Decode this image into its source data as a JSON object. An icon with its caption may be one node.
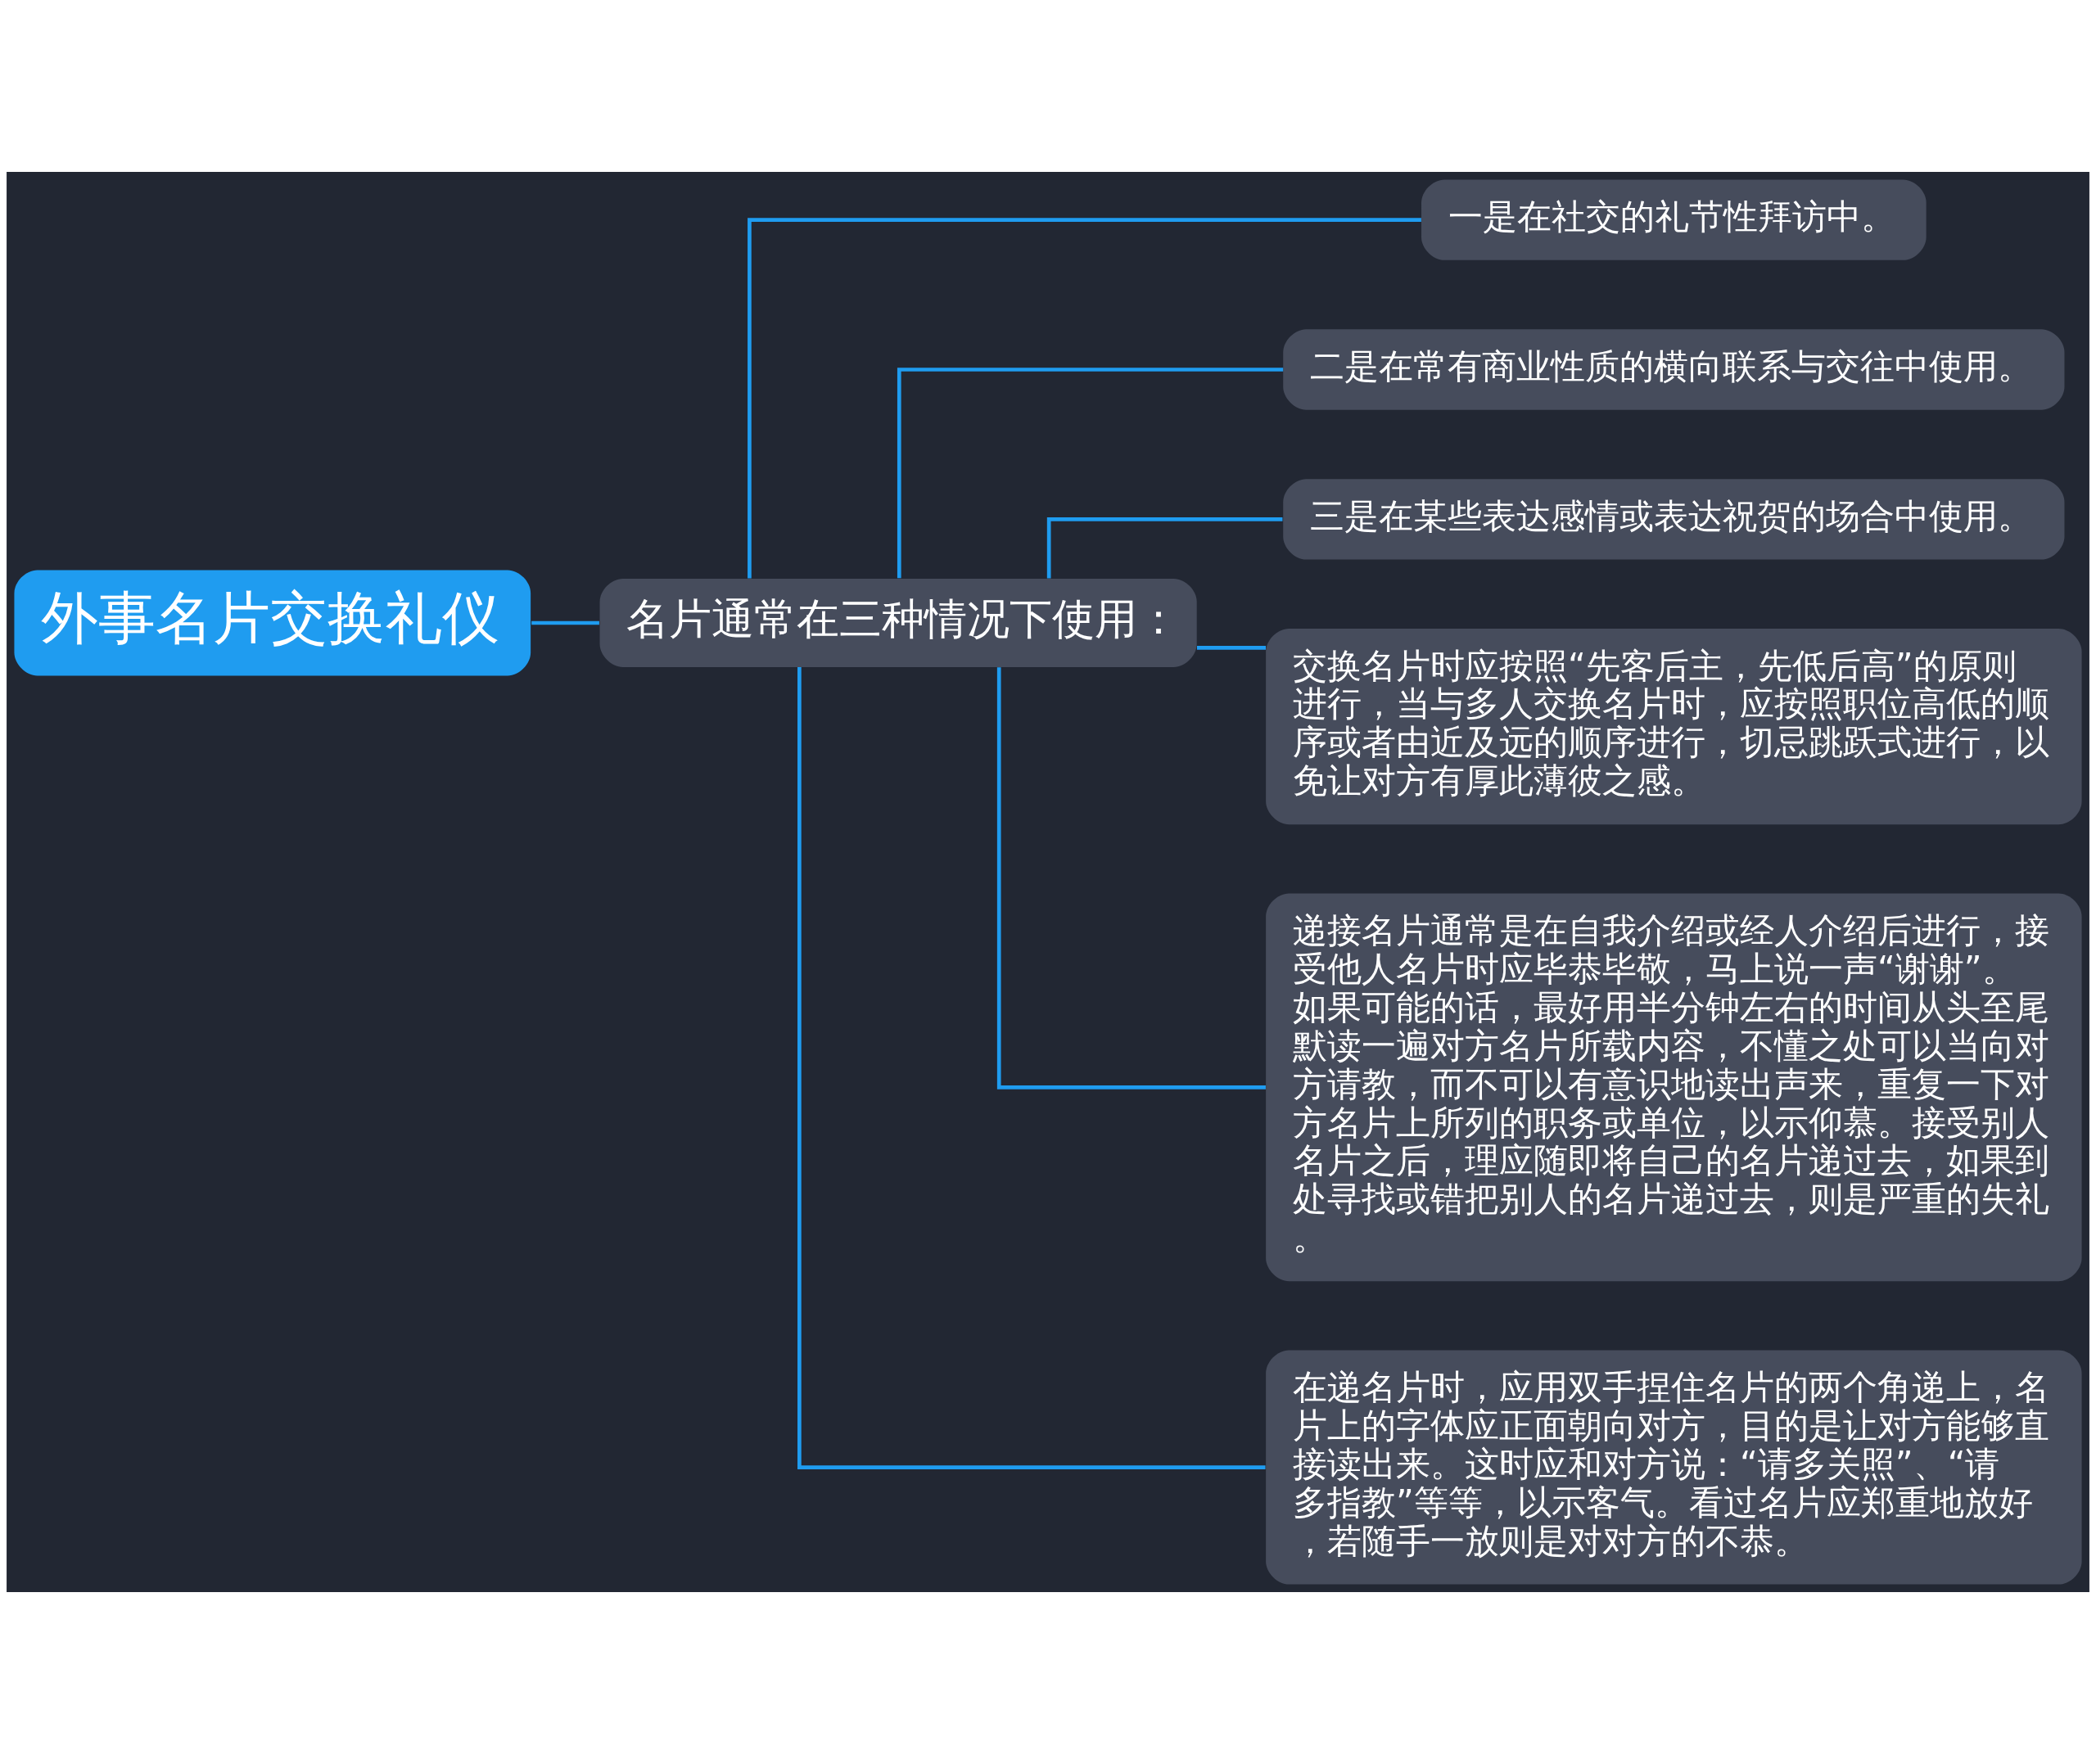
{
  "diagram": {
    "nodes": [
      {
        "text": [
          "外事名片交换礼仪"
        ]
      },
      {
        "text": [
          "名片通常在三种情况下使用："
        ]
      },
      {
        "text": [
          "一是在社交的礼节性拜访中。"
        ]
      },
      {
        "text": [
          "二是在常有商业性质的横向联系与交往中使用。"
        ]
      },
      {
        "text": [
          "三是在某些表达感情或表达祝贺的场合中使用。"
        ]
      },
      {
        "text": [
          "交换名片时应按照“先客后主，先低后高”的原则进行，当与多人交换名片时，应按照职位高低的顺序或者由近及远的顺序进行，切忌跳跃式进行，以免让对方有厚此薄彼之感。"
        ]
      },
      {
        "text": [
          "递接名片通常是在自我介绍或经人介绍后进行，接受他人名片时应毕恭毕敬，马上说一声“谢谢”。如果可能的话，最好用半分钟左右的时间从头至尾默读一遍对方名片所载内容，不懂之处可以当向对方请教，而不可以有意识地读出声来，重复一下对方名片上所列的职务或单位，以示仰慕。接受别人名片之后，理应随即将自己的名片递过去，如果到处寻找或错把别人的名片递过去，则是严重的失礼。"
        ]
      },
      {
        "text": [
          "在递名片时，应用双手捏住名片的两个角递上，名片上的字体应正面朝向对方，目的是让对方能够直接读出来。这时应和对方说：“请多关照”、“请多指教”等等，以示客气。看过名片应郑重地放好，若随手一放则是对对方的不恭。"
        ]
      }
    ],
    "edges": [
      {
        "from": 0,
        "to": 1,
        "arrow": "none"
      },
      {
        "from": 1,
        "to": 2,
        "arrow": "none"
      },
      {
        "from": 1,
        "to": 3,
        "arrow": "none"
      },
      {
        "from": 1,
        "to": 4,
        "arrow": "none"
      },
      {
        "from": 1,
        "to": 5,
        "arrow": "none"
      },
      {
        "from": 1,
        "to": 6,
        "arrow": "none"
      },
      {
        "from": 1,
        "to": 7,
        "arrow": "none"
      }
    ]
  }
}
